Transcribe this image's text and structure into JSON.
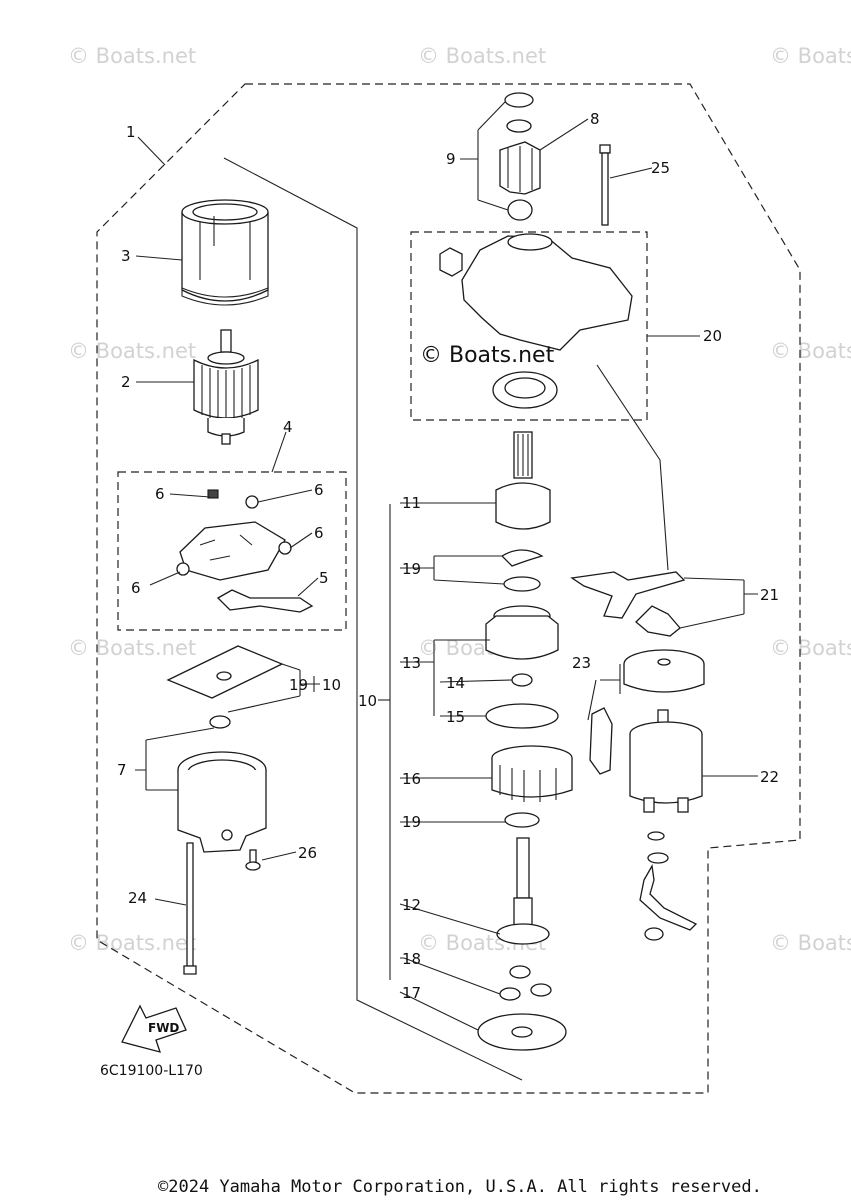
{
  "watermark": "© Boats.net",
  "watermark_center": "© Boats.net",
  "diagram_code": "6C19100-L170",
  "fwd_label": "FWD",
  "copyright": "©2024 Yamaha Motor Corporation, U.S.A. All rights reserved.",
  "callouts": [
    "1",
    "2",
    "3",
    "4",
    "5",
    "6",
    "6",
    "6",
    "6",
    "7",
    "8",
    "9",
    "10",
    "10",
    "11",
    "12",
    "13",
    "14",
    "15",
    "16",
    "17",
    "18",
    "19",
    "19",
    "19",
    "19",
    "20",
    "21",
    "22",
    "23",
    "24",
    "25",
    "26"
  ]
}
